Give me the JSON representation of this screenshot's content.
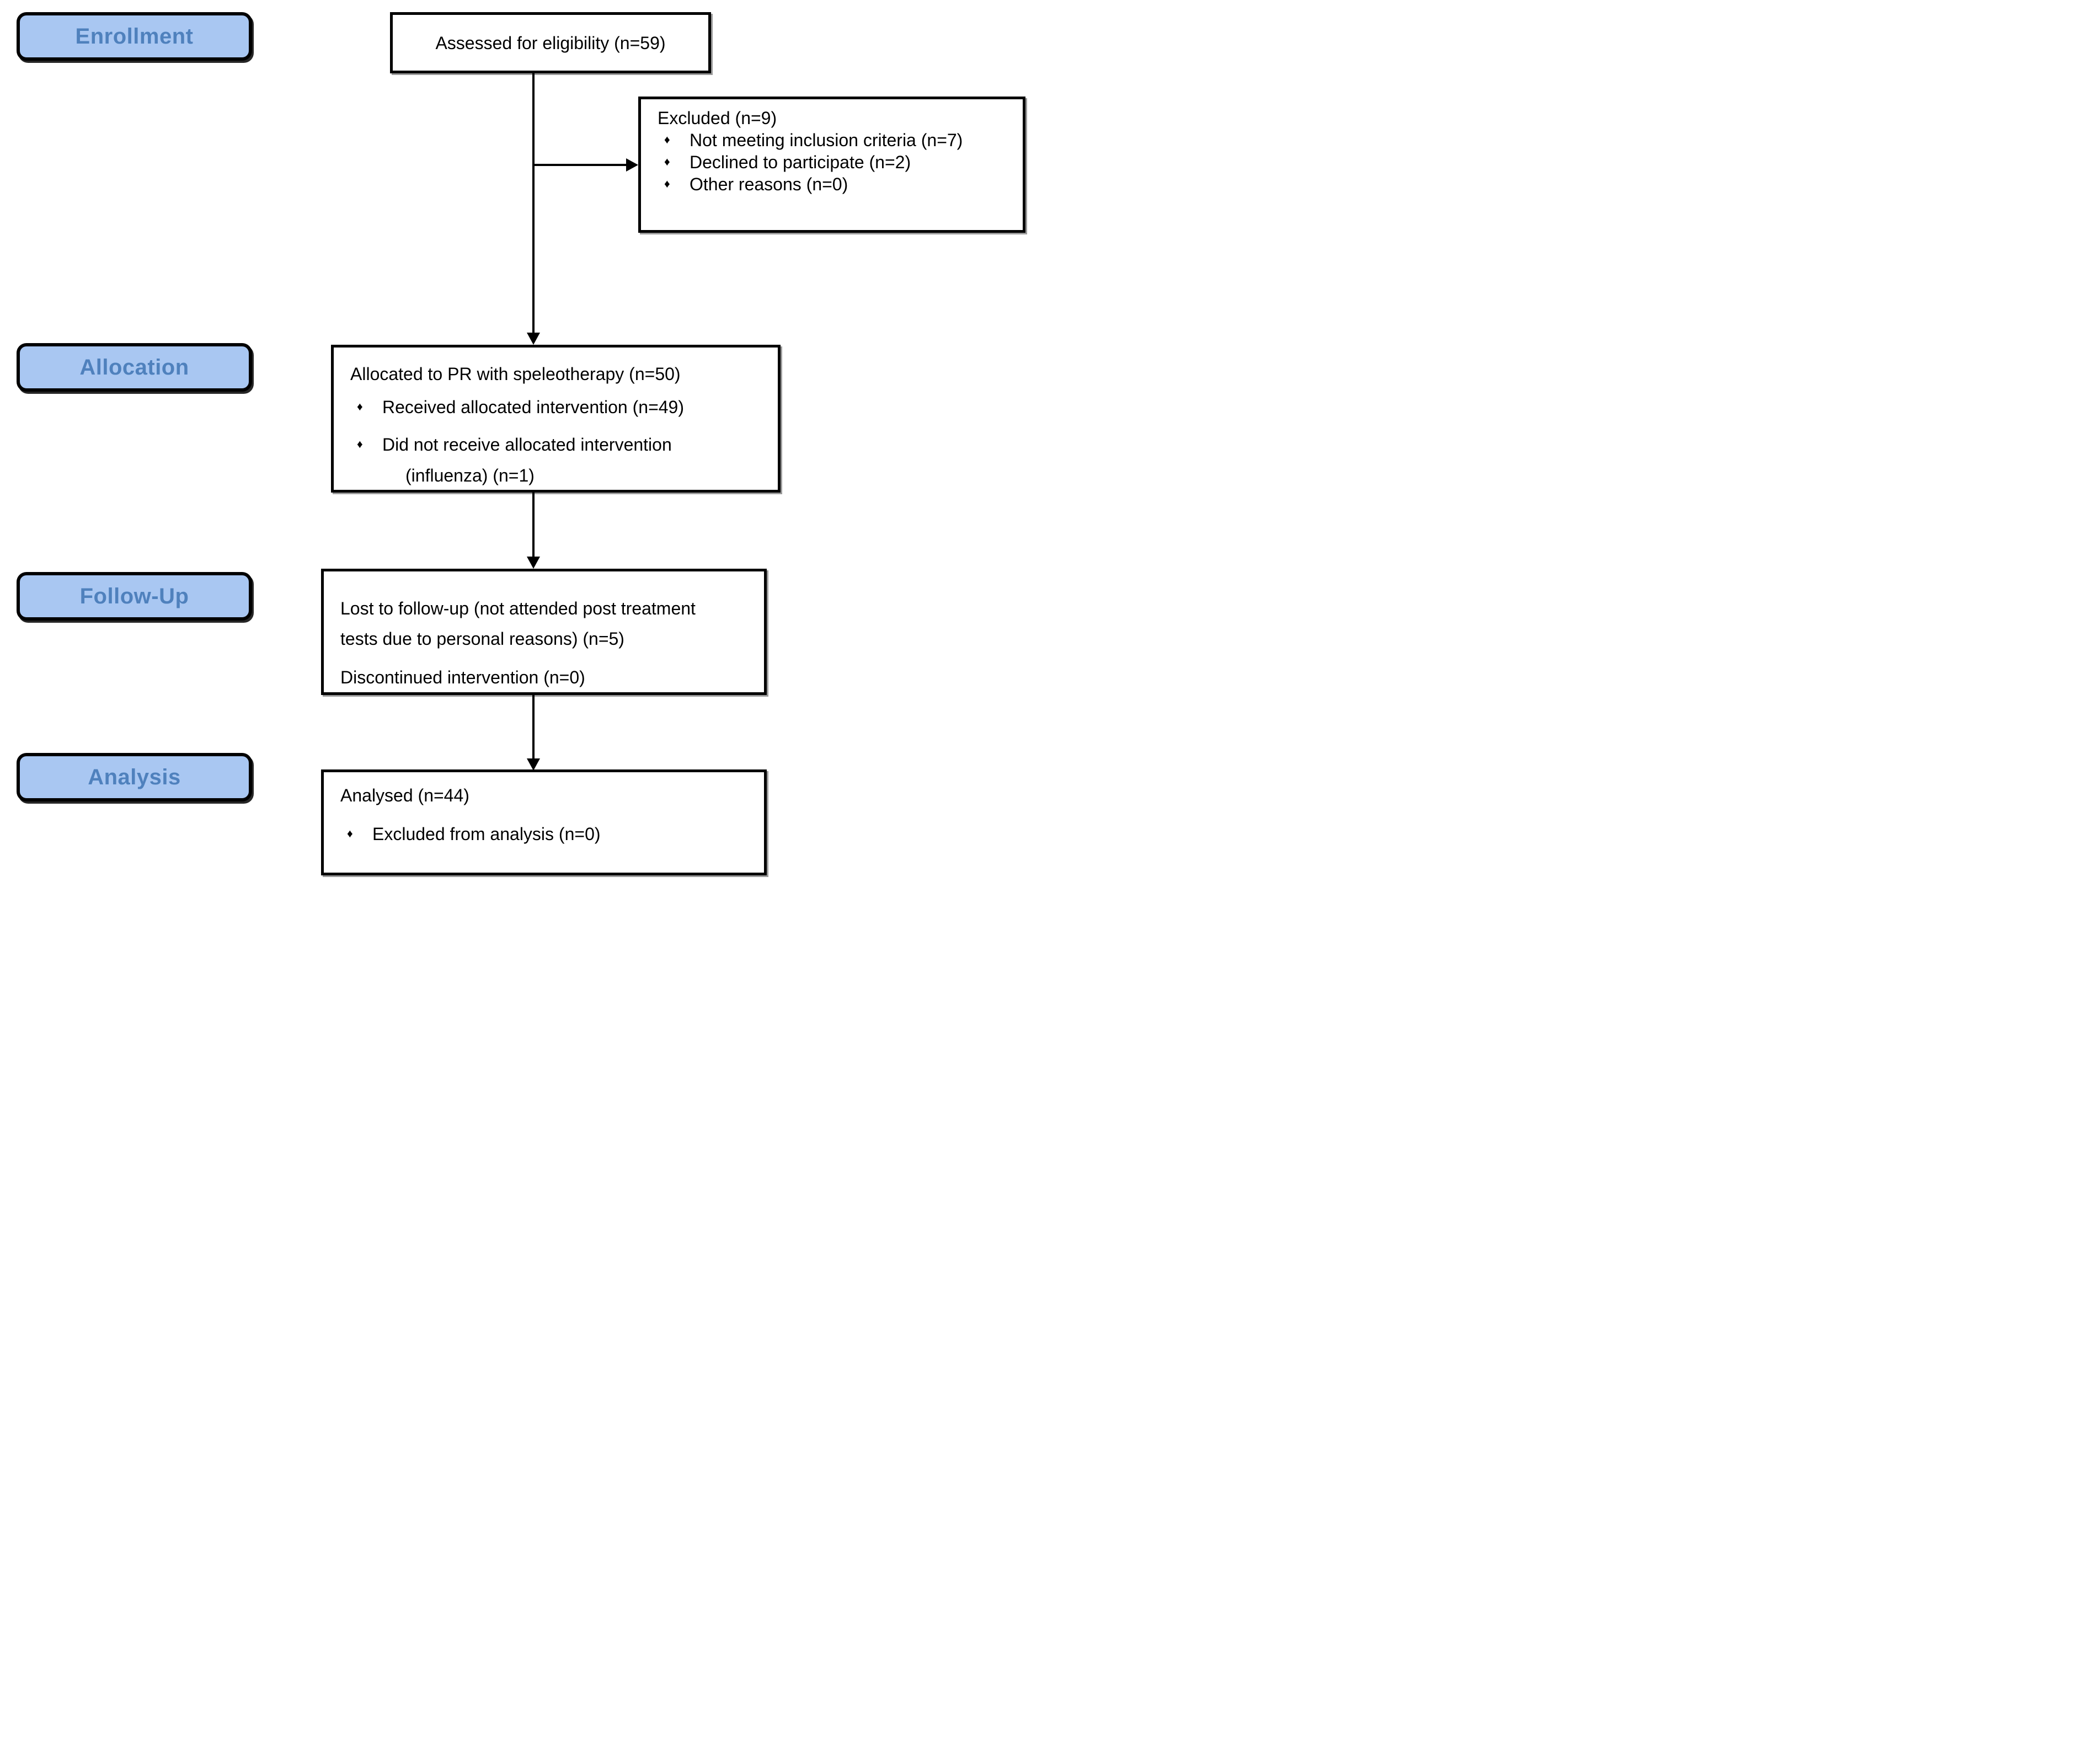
{
  "colors": {
    "label_fill": "#a9c7f2",
    "label_text": "#4f81bd",
    "line": "#000000"
  },
  "bullet_char": "♦",
  "stages": {
    "enrollment": "Enrollment",
    "allocation": "Allocation",
    "followup": "Follow-Up",
    "analysis": "Analysis"
  },
  "boxes": {
    "assessed": {
      "text": "Assessed for eligibility (n=59)"
    },
    "excluded": {
      "title": "Excluded (n=9)",
      "bullets": [
        "Not meeting inclusion criteria (n=7)",
        "Declined to participate (n=2)",
        "Other reasons (n=0)"
      ]
    },
    "allocation": {
      "title": "Allocated to PR with speleotherapy (n=50)",
      "bullets": [
        "Received allocated intervention (n=49)",
        "Did not receive allocated intervention"
      ],
      "continuation": "(influenza) (n=1)"
    },
    "followup": {
      "lost_lines": [
        "Lost to follow-up (not attended post treatment",
        "tests due to personal reasons) (n=5)"
      ],
      "discontinued": "Discontinued intervention (n=0)"
    },
    "analysis": {
      "title": "Analysed (n=44)",
      "bullets": [
        "Excluded from analysis (n=0)"
      ]
    }
  }
}
